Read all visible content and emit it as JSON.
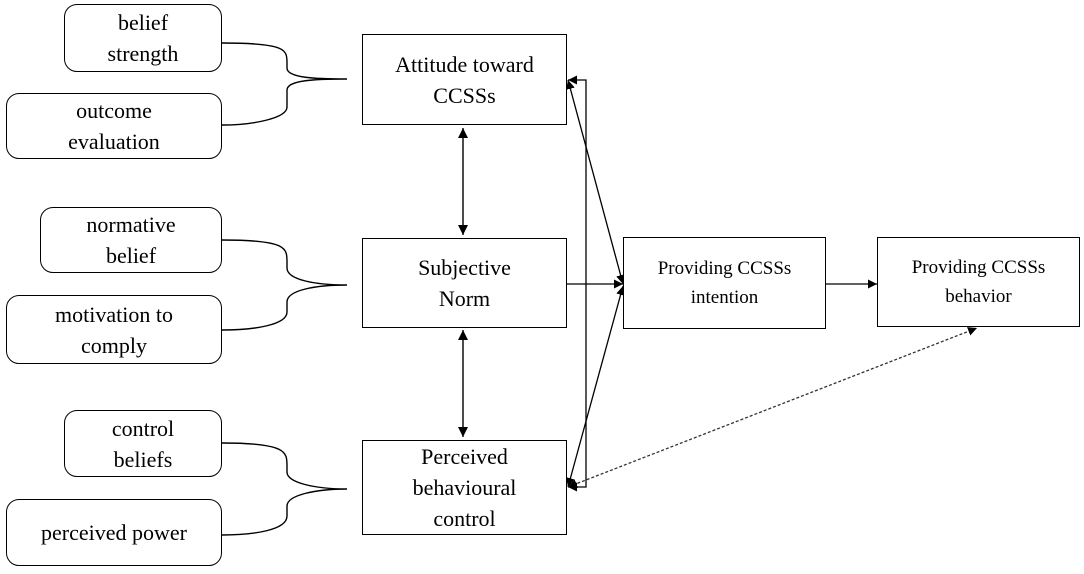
{
  "beliefs": {
    "belief_strength": "belief\nstrength",
    "outcome_evaluation": "outcome\nevaluation",
    "normative_belief": "normative\nbelief",
    "motivation_to_comply": "motivation to\ncomply",
    "control_beliefs": "control\nbeliefs",
    "perceived_power": "perceived power"
  },
  "constructs": {
    "attitude": "Attitude toward\nCCSSs",
    "subjective_norm": "Subjective\nNorm",
    "pbc": "Perceived\nbehavioural\ncontrol",
    "intention": "Providing CCSSs\nintention",
    "behavior": "Providing CCSSs\nbehavior"
  }
}
